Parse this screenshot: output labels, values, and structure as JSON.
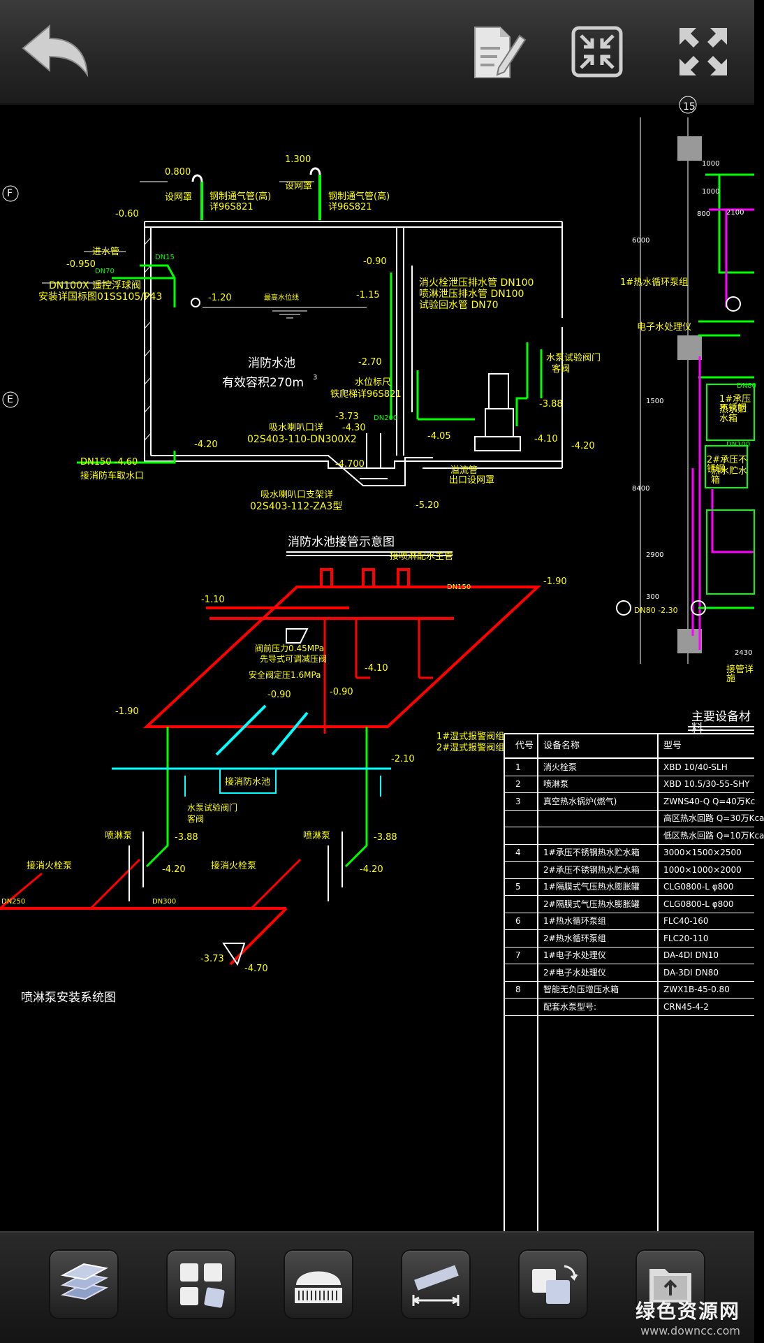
{
  "toolbar": {
    "back_icon": "undo-arrow-icon",
    "edit_icon": "document-edit-icon",
    "fit_icon": "fit-to-screen-icon",
    "fullscreen_icon": "fullscreen-expand-icon"
  },
  "drawing": {
    "tank_title": "消防水池接管示意图",
    "tank_name": "消防水池",
    "tank_volume": "有效容积270m",
    "tank_volume_sup": "3",
    "grid_F": "F",
    "grid_E": "E",
    "grid_15": "15",
    "lbl_vent1": "钢制通气管(高)",
    "lbl_vent1b": "详96S821",
    "lbl_vent2": "钢制通气管(高)",
    "lbl_vent2b": "详96S821",
    "lbl_elev_0800": "0.800",
    "lbl_elev_1300": "1.300",
    "lbl_net1": "设网罩",
    "lbl_net2": "设网罩",
    "lbl_060": "-0.60",
    "lbl_0950": "-0.950",
    "lbl_inlet": "进水管",
    "lbl_dn70": "DN70",
    "lbl_dn15": "DN15",
    "lbl_float": "DN100X 遥控浮球阀",
    "lbl_float2": "安装详国标图01SS105/P43",
    "lbl_120": "-1.20",
    "lbl_waterline": "最高水位线",
    "lbl_090": "-0.90",
    "lbl_115": "-1.15",
    "lbl_fire_pipe": "消火栓泄压排水管 DN100",
    "lbl_spray_pipe": "喷淋泄压排水管 DN100",
    "lbl_test_pipe": "试验回水管 DN70",
    "lbl_270": "-2.70",
    "lbl_level": "水位标尺",
    "lbl_ladder": "铁爬梯详96S821",
    "lbl_373": "-3.73",
    "lbl_suction": "吸水喇叭口详",
    "lbl_suction2": "02S403-110-DN300X2",
    "lbl_430": "-4.30",
    "lbl_dn200": "DN200",
    "lbl_405": "-4.05",
    "lbl_420": "-4.20",
    "lbl_4700": "-4.700",
    "lbl_460": "DN150  -4.60",
    "lbl_fire_take": "接消防车取水口",
    "lbl_bracket": "吸水喇叭口支架详",
    "lbl_bracket2": "02S403-112-ZA3型",
    "lbl_520": "-5.20",
    "lbl_overflow": "溢流管",
    "lbl_overflow2": "出口设网罩",
    "lbl_388": "-3.88",
    "lbl_410": "-4.10",
    "lbl_420b": "-4.20",
    "lbl_pump_valve": "水泵试验阀门",
    "lbl_pump_valve2": "客阀",
    "spray_title": "喷淋泵安装系统图",
    "lbl_main_pipe": "接喷淋配水主管",
    "lbl_alarm1": "1#湿式报警阀组",
    "lbl_alarm2": "2#湿式报警阀组",
    "lbl_dn150": "DN150",
    "lbl_110": "-1.10",
    "lbl_190a": "-1.90",
    "lbl_190b": "-1.90",
    "lbl_relief": "阀前压力0.45MPa",
    "lbl_relief2": "先导式可调减压阀",
    "lbl_safety": "安全阀定压1.6MPa",
    "lbl_410b": "-4.10",
    "lbl_090b": "-0.90",
    "lbl_090c": "-0.90",
    "lbl_to_tank": "接消防水池",
    "lbl_210": "-2.10",
    "lbl_spray_pump": "喷淋泵",
    "lbl_spray_pump2": "喷淋泵",
    "lbl_388b": "-3.88",
    "lbl_388c": "-3.88",
    "lbl_420c": "-4.20",
    "lbl_420d": "-4.20",
    "lbl_to_fire": "接消火栓泵",
    "lbl_to_fire2": "接消火栓泵",
    "lbl_dn250": "DN250",
    "lbl_dn300": "DN300",
    "lbl_373b": "-3.73",
    "lbl_470": "-4.70",
    "lbl_test_valve": "水泵试验阀门",
    "lbl_test_valve2": "客阀",
    "right_hot_pump": "1#热水循环泵组",
    "right_electro": "电子水处理仪",
    "right_tank1": "1#承压不锈钢",
    "right_tank1b": "热水贮水箱",
    "right_tank2": "2#承压不锈钢",
    "right_tank2b": "热水贮水箱",
    "right_dn80": "DN80",
    "right_dn100": "DN100",
    "right_230": "DN80 -2.30",
    "right_2430": "2430",
    "right_bottom": "接管详施",
    "dim_1000a": "1000",
    "dim_1000b": "1000",
    "dim_800": "800",
    "dim_2100": "2100",
    "dim_6000": "6000",
    "dim_1500": "1500",
    "dim_8400": "8400",
    "dim_2900": "2900",
    "dim_300": "300"
  },
  "table": {
    "title": "主要设备材料",
    "headers": [
      "代号",
      "设备名称",
      "型号"
    ],
    "rows": [
      [
        "1",
        "消火栓泵",
        "XBD 10/40-SLH"
      ],
      [
        "2",
        "喷淋泵",
        "XBD 10.5/30-55-SHY"
      ],
      [
        "3",
        "真空热水锅炉(燃气)",
        "ZWNS40-Q  Q=40万Kc"
      ],
      [
        "",
        "",
        "高区热水回路 Q=30万Kca"
      ],
      [
        "",
        "",
        "低区热水回路 Q=10万Kca"
      ],
      [
        "4",
        "1#承压不锈钢热水贮水箱",
        "3000×1500×2500"
      ],
      [
        "",
        "2#承压不锈钢热水贮水箱",
        "1000×1000×2000"
      ],
      [
        "5",
        "1#隔膜式气压热水膨胀罐",
        "CLG0800-L  φ800"
      ],
      [
        "",
        "2#隔膜式气压热水膨胀罐",
        "CLG0800-L  φ800"
      ],
      [
        "6",
        "1#热水循环泵组",
        "FLC40-160"
      ],
      [
        "",
        "2#热水循环泵组",
        "FLC20-110"
      ],
      [
        "7",
        "1#电子水处理仪",
        "DA-4DI    DN10"
      ],
      [
        "",
        "2#电子水处理仪",
        "DA-3DI    DN80"
      ],
      [
        "8",
        "智能无负压增压水箱",
        "ZWX1B-45-0.80"
      ],
      [
        "",
        "配套水泵型号:",
        "CRN45-4-2"
      ]
    ]
  },
  "bottombar": {
    "layers_icon": "layers-icon",
    "layout_icon": "layout-grid-icon",
    "font_icon": "font-shx-icon",
    "measure_icon": "measure-ruler-icon",
    "copy_icon": "window-switch-icon",
    "export_icon": "export-folder-icon"
  },
  "watermark": {
    "line1": "绿色资源网",
    "line2": "www.downcc.com"
  }
}
